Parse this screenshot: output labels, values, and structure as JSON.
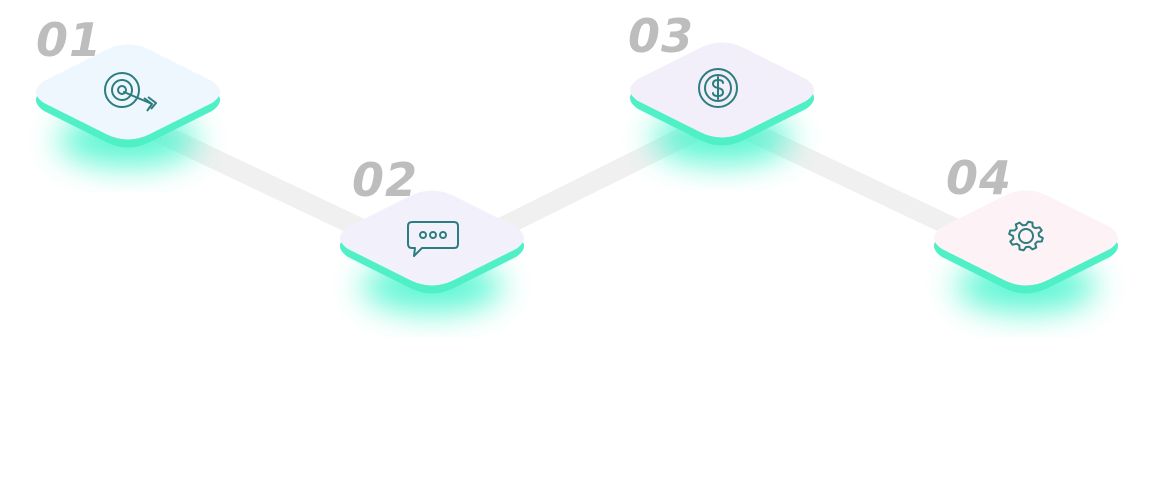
{
  "steps": [
    {
      "number": "01",
      "icon": "target-icon",
      "tile_color": "#eef7fd"
    },
    {
      "number": "02",
      "icon": "chat-icon",
      "tile_color": "#f2f1fb"
    },
    {
      "number": "03",
      "icon": "dollar-coin-icon",
      "tile_color": "#f2effa"
    },
    {
      "number": "04",
      "icon": "gear-icon",
      "tile_color": "#fdf2f5"
    }
  ],
  "colors": {
    "glow": "#3ff5cc",
    "tile_edge": "#4ff0c6",
    "icon_stroke": "#2d7d80",
    "number": "#bdbdbd",
    "connector": "#f0f0f0"
  }
}
